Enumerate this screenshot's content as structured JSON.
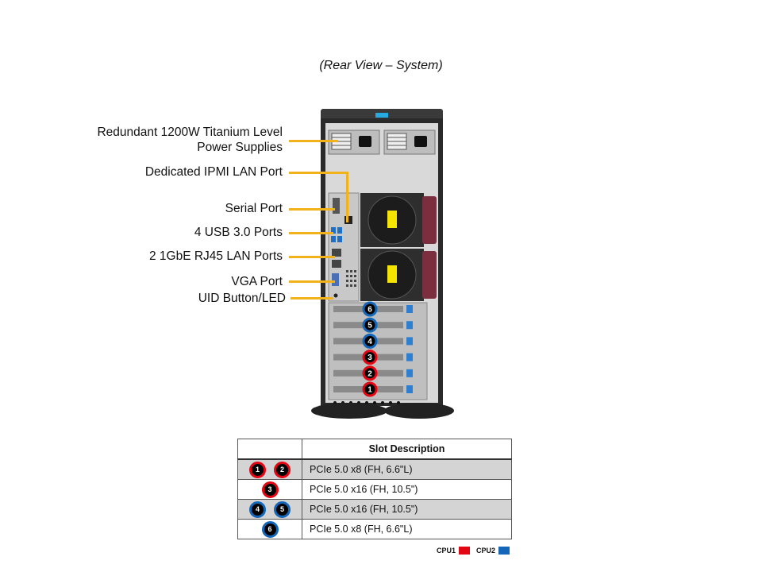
{
  "title": "(Rear View – System)",
  "callouts": [
    {
      "label_line1": "Redundant 1200W Titanium Level",
      "label_line2": "Power Supplies"
    },
    {
      "label": "Dedicated IPMI LAN Port"
    },
    {
      "label": "Serial Port"
    },
    {
      "label": "4 USB 3.0 Ports"
    },
    {
      "label": "2 1GbE RJ45 LAN Ports"
    },
    {
      "label": "VGA Port"
    },
    {
      "label": "UID Button/LED"
    }
  ],
  "slot_markers": [
    {
      "num": "6",
      "cpu": "CPU2"
    },
    {
      "num": "5",
      "cpu": "CPU2"
    },
    {
      "num": "4",
      "cpu": "CPU2"
    },
    {
      "num": "3",
      "cpu": "CPU1"
    },
    {
      "num": "2",
      "cpu": "CPU1"
    },
    {
      "num": "1",
      "cpu": "CPU1"
    }
  ],
  "table": {
    "header": "Slot Description",
    "rows": [
      {
        "slots": [
          "1",
          "2"
        ],
        "cpu": "CPU1",
        "description": "PCIe 5.0 x8 (FH, 6.6\"L)"
      },
      {
        "slots": [
          "3"
        ],
        "cpu": "CPU1",
        "description": "PCIe 5.0 x16 (FH, 10.5\")"
      },
      {
        "slots": [
          "4",
          "5"
        ],
        "cpu": "CPU2",
        "description": "PCIe 5.0 x16 (FH, 10.5\")"
      },
      {
        "slots": [
          "6"
        ],
        "cpu": "CPU2",
        "description": "PCIe 5.0 x8 (FH, 6.6\"L)"
      }
    ]
  },
  "legend": [
    {
      "label": "CPU1",
      "color": "#e30613"
    },
    {
      "label": "CPU2",
      "color": "#1466b8"
    }
  ],
  "colors": {
    "leader": "#f2b21b",
    "cpu1": "#e30613",
    "cpu2": "#1466b8",
    "chassis": "#2b2b2b",
    "panel": "#cfcfcf"
  }
}
